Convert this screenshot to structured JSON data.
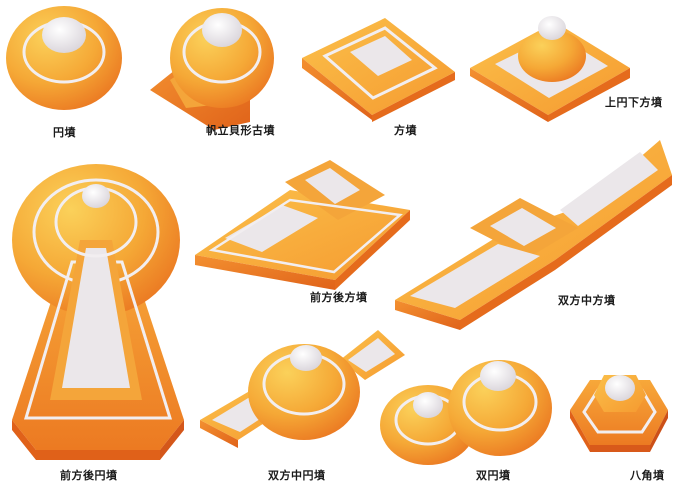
{
  "colors": {
    "orange": "#f28a2a",
    "orange_light": "#f7b044",
    "orange_dark": "#e66a1a",
    "gold": "#f7c23c",
    "platform": "#ebe7ea",
    "background": "#ffffff"
  },
  "labels": {
    "enpun": "円墳",
    "hotate": "帆立貝形古墳",
    "hofun": "方墳",
    "jouen": "上円下方墳",
    "zenpokoho": "前方後方墳",
    "sohochuho": "双方中方墳",
    "zenpokoen": "前方後円墳",
    "sohochuen": "双方中円墳",
    "soen": "双円墳",
    "hakkaku": "八角墳"
  }
}
